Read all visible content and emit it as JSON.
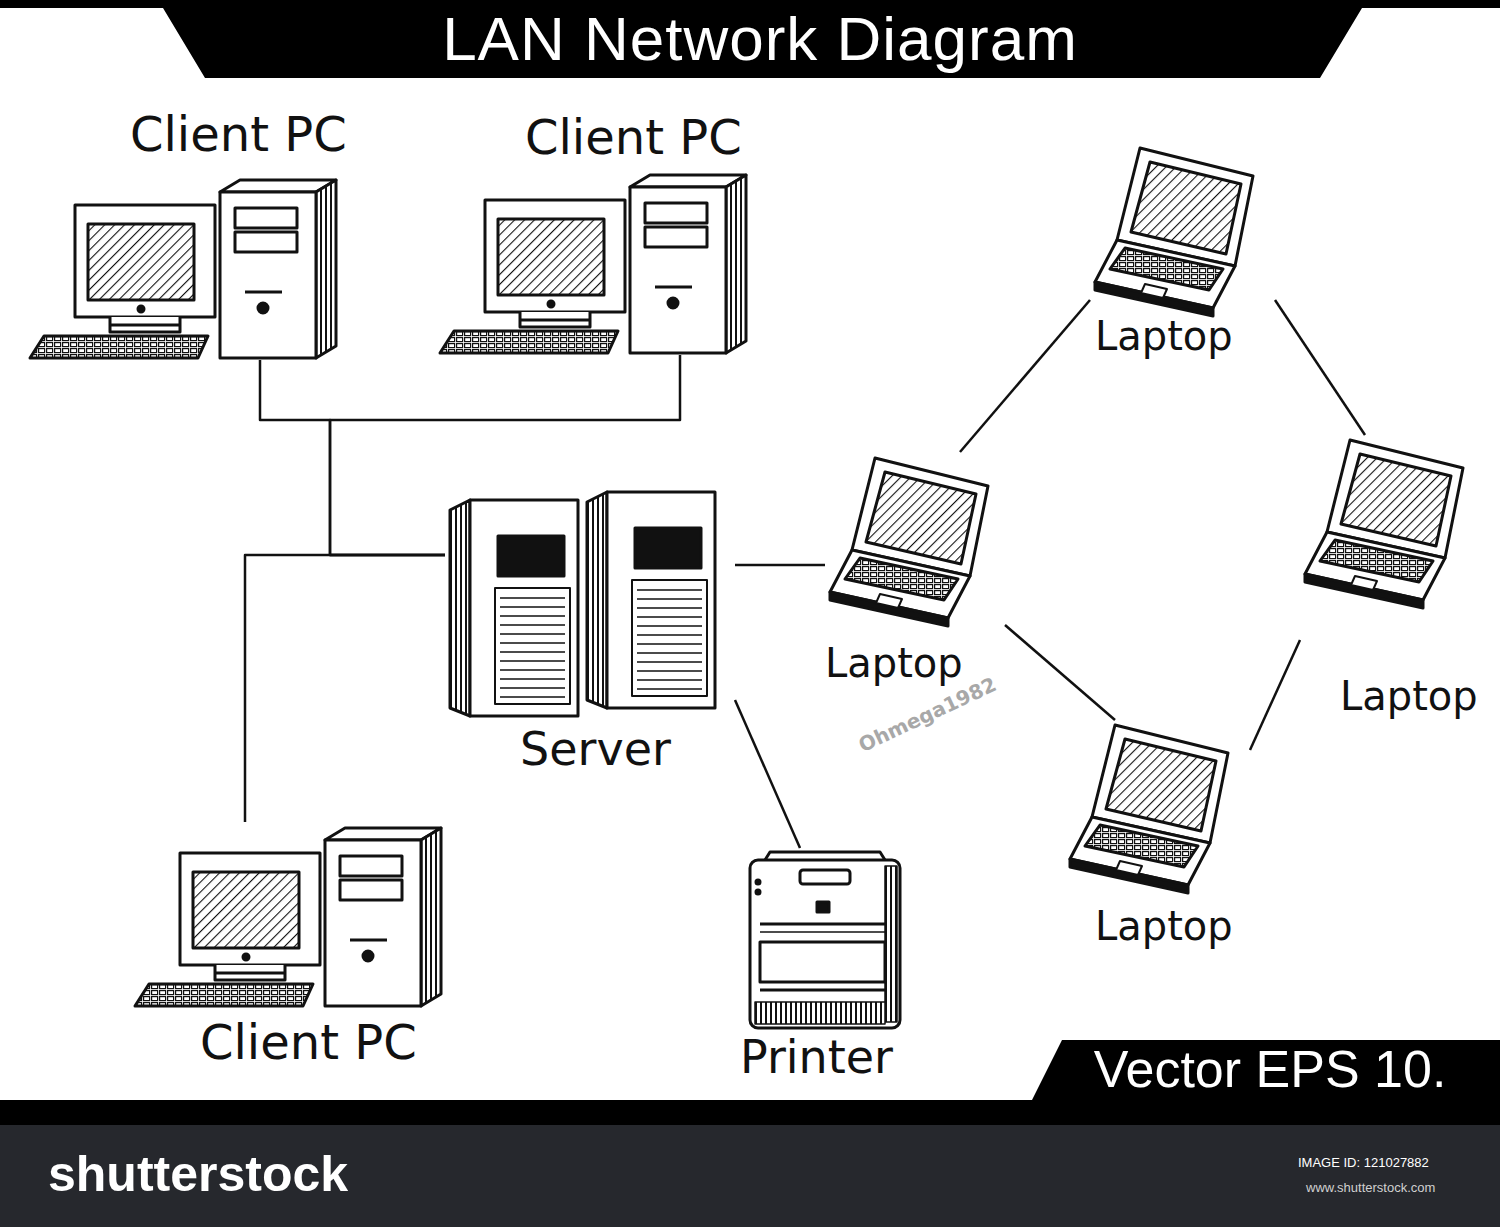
{
  "diagram": {
    "title": "LAN Network Diagram",
    "nodes": [
      {
        "text": [
          "Client PC"
        ]
      },
      {
        "text": [
          "Client PC"
        ]
      },
      {
        "text": [
          "Laptop"
        ]
      },
      {
        "text": [
          "Laptop"
        ]
      },
      {
        "text": [
          "Laptop"
        ]
      },
      {
        "text": [
          "Server"
        ]
      },
      {
        "text": [
          "Laptop"
        ]
      },
      {
        "text": [
          "Client PC"
        ]
      },
      {
        "text": [
          "Printer"
        ]
      }
    ],
    "edges": [
      {
        "from": 0,
        "to": 5,
        "arrow": "none"
      },
      {
        "from": 1,
        "to": 5,
        "arrow": "none"
      },
      {
        "from": 7,
        "to": 5,
        "arrow": "none"
      },
      {
        "from": 5,
        "to": 3,
        "arrow": "none"
      },
      {
        "from": 3,
        "to": 2,
        "arrow": "none"
      },
      {
        "from": 2,
        "to": 4,
        "arrow": "none"
      },
      {
        "from": 4,
        "to": 6,
        "arrow": "none"
      },
      {
        "from": 3,
        "to": 6,
        "arrow": "none"
      },
      {
        "from": 5,
        "to": 8,
        "arrow": "none"
      }
    ],
    "labels": [
      "Vector EPS 10.",
      "shutterstock",
      "IMAGE ID: 121027882",
      "www.shutterstock.com",
      "Ohmega1982"
    ]
  }
}
